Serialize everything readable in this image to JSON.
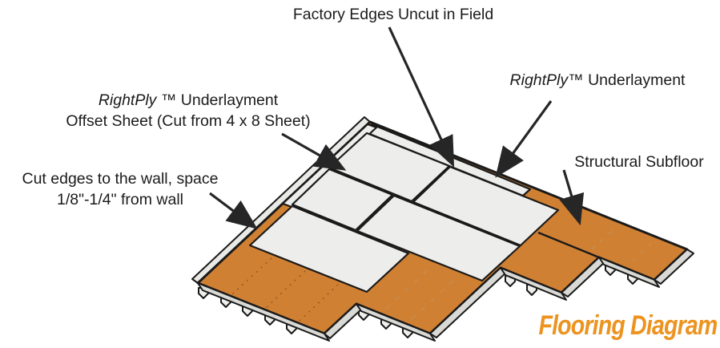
{
  "labels": {
    "factory_edges": "Factory Edges Uncut in Field",
    "underlayment_right": {
      "brand": "RightPly",
      "tm": "™",
      "rest": " Underlayment"
    },
    "underlayment_offset": {
      "brand": "RightPly",
      "tm": " ™",
      "rest": " Underlayment",
      "line2": "Offset Sheet (Cut from 4 x 8 Sheet)"
    },
    "cut_edges": {
      "line1": "Cut edges to the wall, space",
      "line2": "1/8\"-1/4\" from wall"
    },
    "structural_subfloor": "Structural Subfloor"
  },
  "title": {
    "text": "Flooring Diagram",
    "color": "#EC9320"
  },
  "colors": {
    "subfloor_orange": "#D08033",
    "underlayment_white": "#EDEDEB",
    "edge_gray": "#D9D9D6",
    "joist_white": "#EFEFEC",
    "outline": "#1A1A1A",
    "arrow": "#262626",
    "grain_dark": "#8A5520",
    "grain_light": "#C49057",
    "background": "#FFFFFF"
  }
}
